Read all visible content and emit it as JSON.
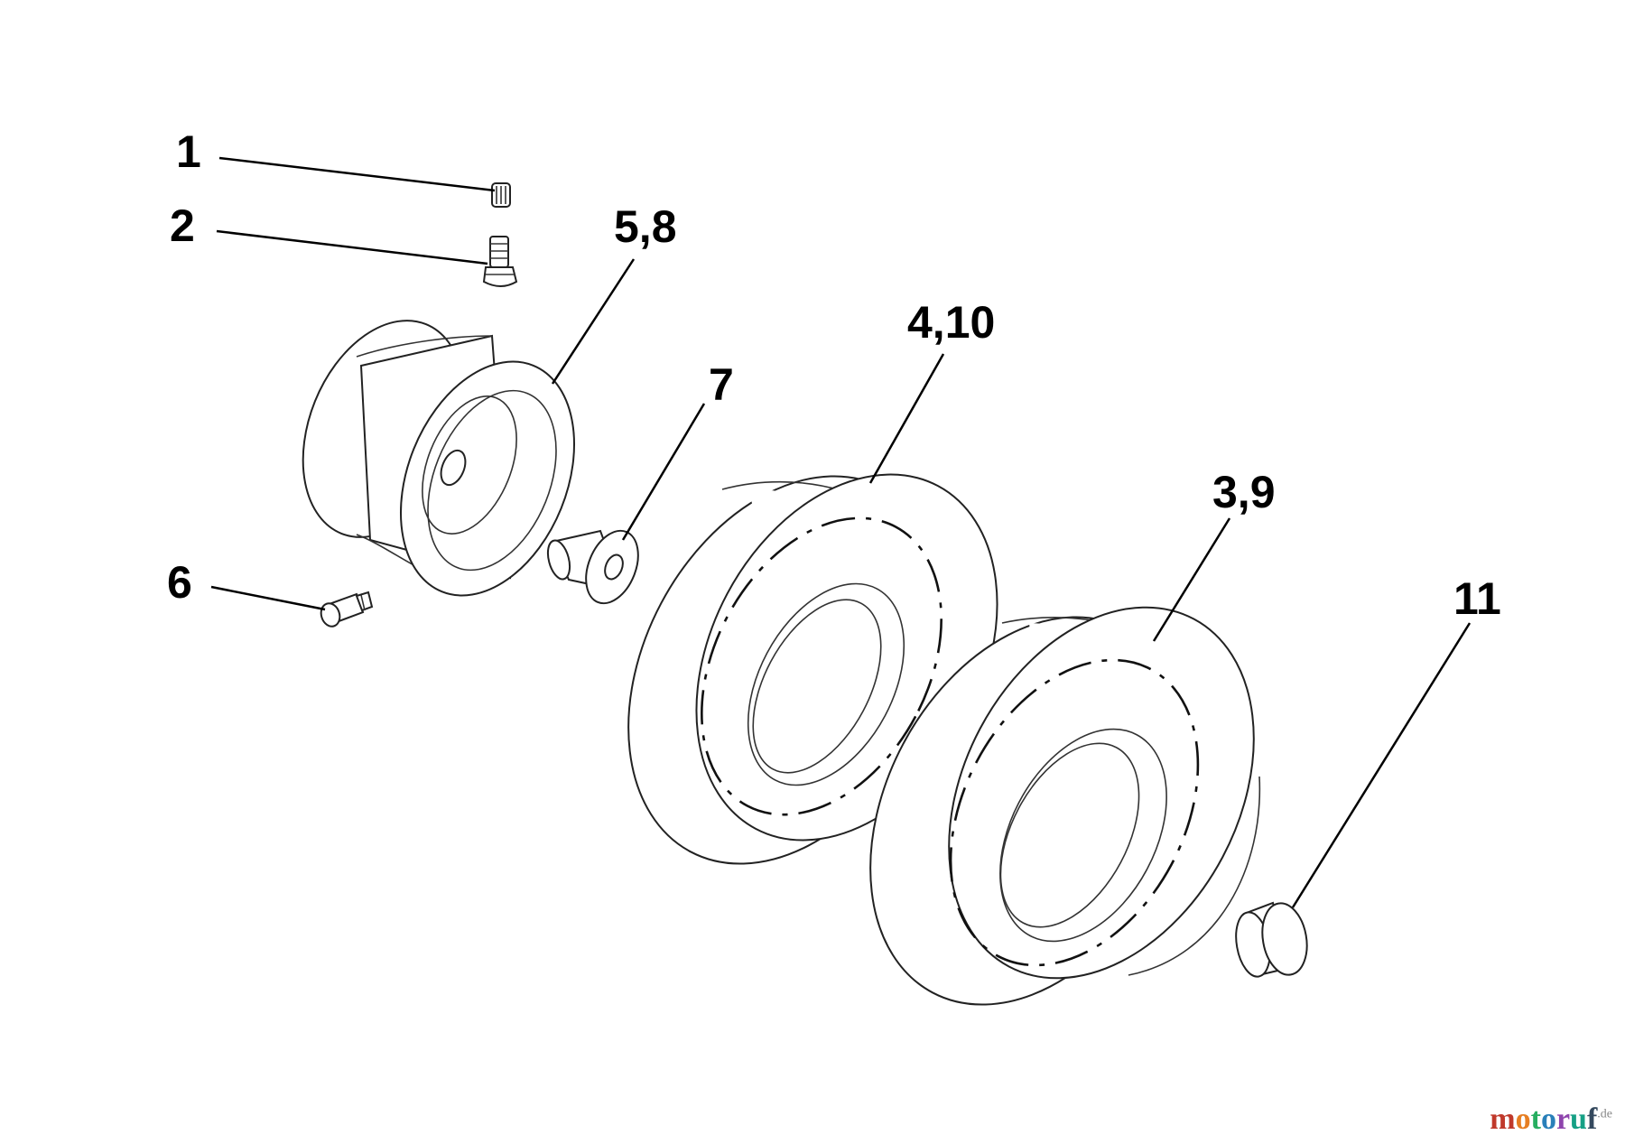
{
  "callouts": [
    {
      "id": "c1",
      "label": "1"
    },
    {
      "id": "c2",
      "label": "2"
    },
    {
      "id": "c58",
      "label": "5,8"
    },
    {
      "id": "c410",
      "label": "4,10"
    },
    {
      "id": "c7",
      "label": "7"
    },
    {
      "id": "c39",
      "label": "3,9"
    },
    {
      "id": "c11",
      "label": "11"
    },
    {
      "id": "c6",
      "label": "6"
    }
  ],
  "watermark": {
    "letters": [
      "m",
      "o",
      "t",
      "o",
      "r",
      "u",
      "f"
    ],
    "tld": ".de",
    "colors": [
      "#c0392b",
      "#e67e22",
      "#27ae60",
      "#2980b9",
      "#8e44ad",
      "#16a085",
      "#34495e"
    ]
  }
}
